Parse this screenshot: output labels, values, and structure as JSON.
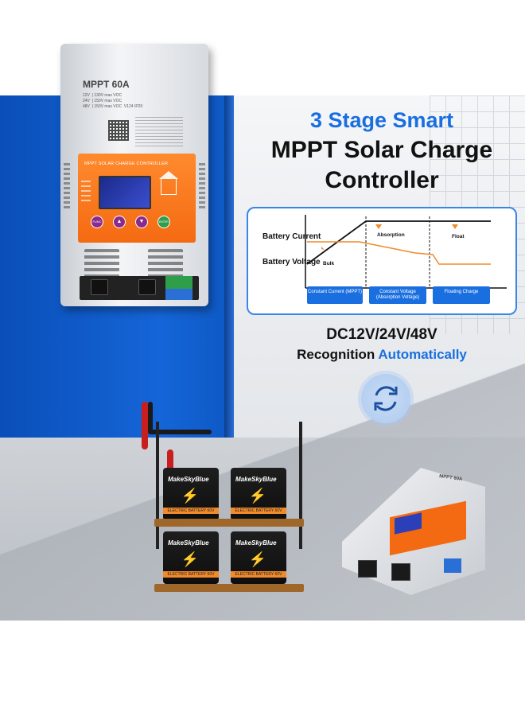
{
  "headline": {
    "line1": "3 Stage Smart",
    "line2": "MPPT Solar Charge",
    "line3": "Controller"
  },
  "graph": {
    "battery_current": "Battery Current",
    "battery_voltage": "Battery Voltage",
    "bulk": "Bulk",
    "absorption": "Absorption",
    "float": "Float",
    "stage_1": "Constant Current (MPPT)",
    "stage_2": "Constant Voltage (Absorption Voltage)",
    "stage_3": "Floating Charge"
  },
  "voltage_text": "DC12V/24V/48V",
  "recognition": {
    "prefix": "Recognition",
    "highlight": "Automatically"
  },
  "controller": {
    "model": "MPPT 60A",
    "spec": "12V  | 130V max VOC\n24V  | 150V max VOC\n48V  | 150V max VOC  V124 IP20",
    "panel_label": "MPPT SOLAR CHARGE CONTROLLER",
    "enter_label": "ENTER",
    "func_label": "FUNC",
    "up_label": "▲",
    "down_label": "▼"
  },
  "batteries": {
    "brand": "MakeSkyBlue",
    "strip": "ELECTRIC BATTERY 60V"
  },
  "controller2": {
    "model": "MPPT 60A"
  },
  "colors": {
    "accent_blue": "#1a6fe0",
    "orange": "#f46a12",
    "wall_blue": "#1565d8"
  }
}
